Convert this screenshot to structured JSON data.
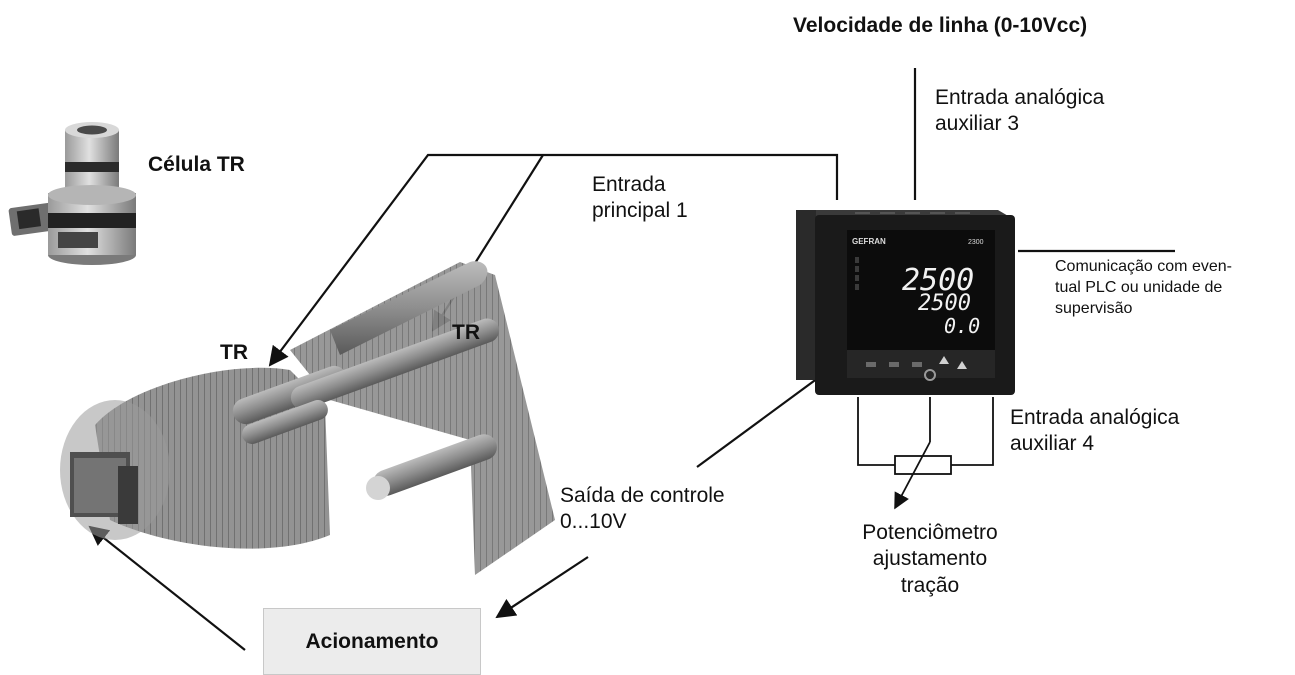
{
  "labels": {
    "line_speed": "Velocidade de linha (0-10Vcc)",
    "aux_input_3": "Entrada analógica\nauxiliar 3",
    "main_input_1": "Entrada\nprincipal 1",
    "cell_tr": "Célula TR",
    "tr_left": "TR",
    "tr_right": "TR",
    "communication": "Comunicação com even-\ntual PLC ou unidade de\nsupervisão",
    "aux_input_4": "Entrada analógica\nauxiliar 4",
    "control_output": "Saída de controle\n0...10V",
    "potentiometer": "Potenciômetro\najustamento\ntração",
    "drive": "Acionamento"
  },
  "controller": {
    "brand": "GEFRAN",
    "model": "2300",
    "display_pv": "2500",
    "display_sv": "2500",
    "display_out": "0.0"
  },
  "colors": {
    "line": "#111111",
    "controller_body": "#1a1a1a",
    "display_bg": "#0c0c0c",
    "drive_box": "#ececec"
  }
}
